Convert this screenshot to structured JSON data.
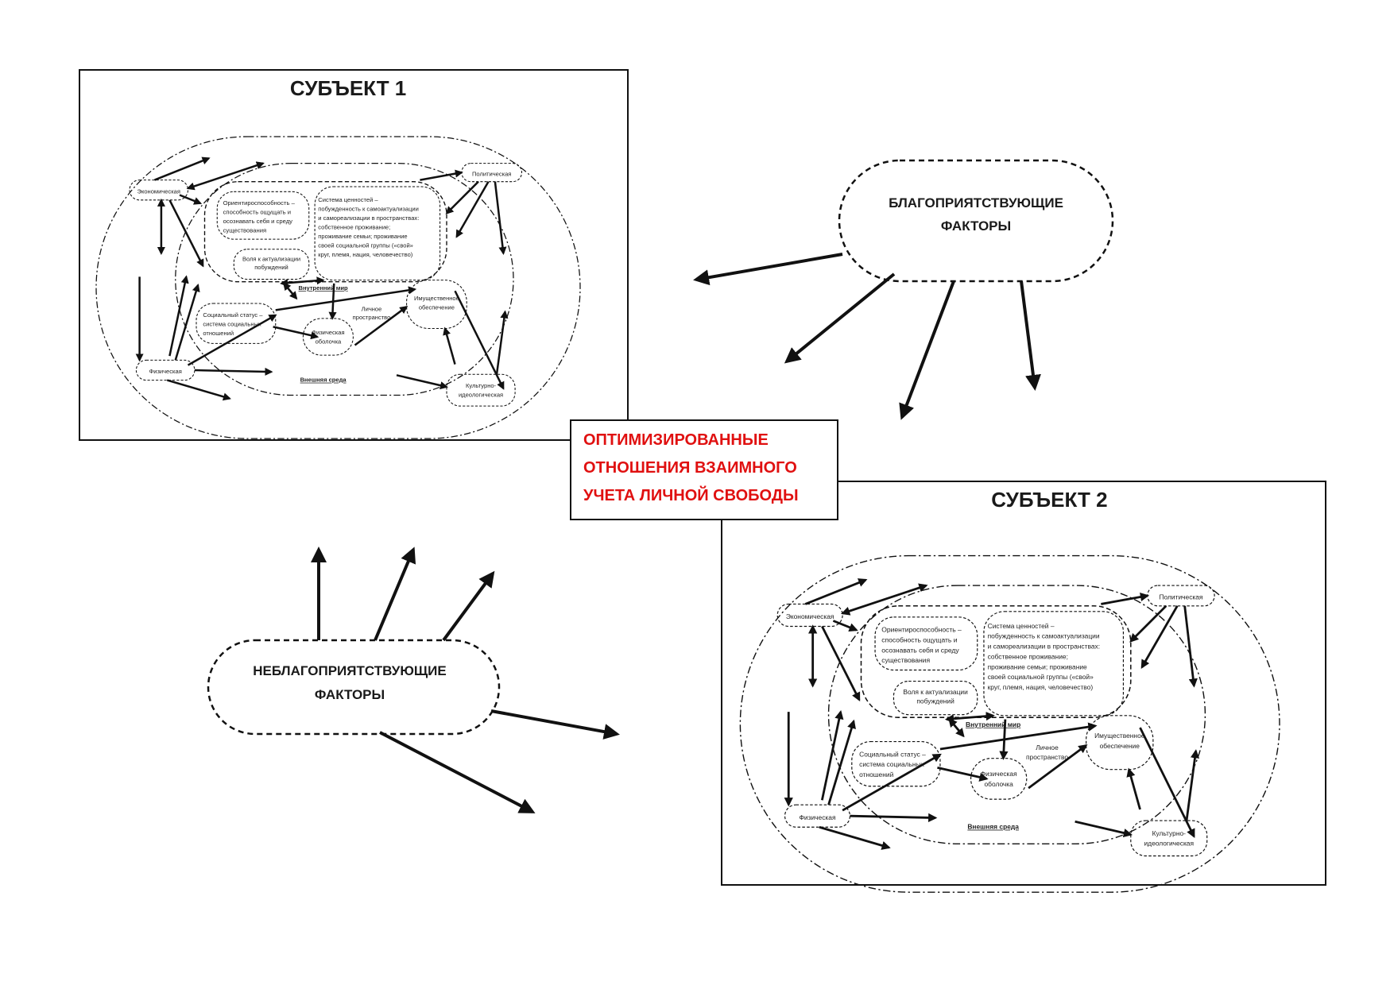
{
  "subject1": {
    "title": "СУБЪЕКТ 1",
    "labels": {
      "economic": "Экономическая",
      "political": "Политическая",
      "physical": "Физическая",
      "cultural": [
        "Культурно-",
        "идеологическая"
      ],
      "orient": [
        "Ориентироспособность –",
        "способность ощущать и",
        "осознавать себя и среду",
        "существования"
      ],
      "values": [
        "Система ценностей –",
        "побужденность к самоактуализации",
        "и самореализации в пространствах:",
        "собственное проживание;",
        "проживание семьи; проживание",
        "своей социальной группы («свой»",
        "круг, племя, нация, человечество)"
      ],
      "will": [
        "Воля к актуализации",
        "побуждений"
      ],
      "inner_world": "Внутренний мир",
      "social": [
        "Социальный статус –",
        "система социальных",
        "отношений"
      ],
      "personal_space": [
        "Личное",
        "пространство"
      ],
      "property": [
        "Имущественное",
        "обеспечение"
      ],
      "body": [
        "Физическая",
        "оболочка"
      ],
      "external": "Внешняя среда"
    }
  },
  "subject2": {
    "title": "СУБЪЕКТ 2",
    "labels": {
      "economic": "Экономическая",
      "political": "Политическая",
      "physical": "Физическая",
      "cultural": [
        "Культурно-",
        "идеологическая"
      ],
      "orient": [
        "Ориентироспособность –",
        "способность ощущать и",
        "осознавать себя и среду",
        "существования"
      ],
      "values": [
        "Система ценностей –",
        "побужденность к самоактуализации",
        "и самореализации в пространствах:",
        "собственное проживание;",
        "проживание семьи; проживание",
        "своей социальной группы («свой»",
        "круг, племя, нация, человечество)"
      ],
      "will": [
        "Воля к актуализации",
        "побуждений"
      ],
      "inner_world": "Внутренний мир",
      "social": [
        "Социальный статус –",
        "система социальных",
        "отношений"
      ],
      "personal_space": [
        "Личное",
        "пространство"
      ],
      "property": [
        "Имущественное",
        "обеспечение"
      ],
      "body": [
        "Физическая",
        "оболочка"
      ],
      "external": "Внешняя среда"
    }
  },
  "favorable": [
    "БЛАГОПРИЯТСТВУЮЩИЕ",
    "ФАКТОРЫ"
  ],
  "unfavorable": [
    "НЕБЛАГОПРИЯТСТВУЮЩИЕ",
    "ФАКТОРЫ"
  ],
  "optimized": [
    "ОПТИМИЗИРОВАННЫЕ",
    "ОТНОШЕНИЯ ВЗАИМНОГО",
    "УЧЕТА ЛИЧНОЙ СВОБОДЫ"
  ],
  "colors": {
    "accent_red": "#e01010",
    "ink": "#111111"
  }
}
